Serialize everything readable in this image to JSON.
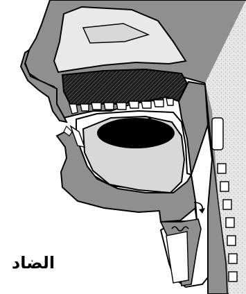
{
  "figure": {
    "caption": "الضاد"
  },
  "colors": {
    "tissue": "#8f8f8f",
    "bone": "#d4d4d4",
    "outline": "#000000",
    "airway": "#ffffff",
    "tongue_shadow": "#000000",
    "palate_hatch": "#2a2a2a"
  },
  "icons": {
    "tongue_contact_marker": "upward-arrowhead",
    "glottis_marker": "curved-arrow",
    "vocal_folds_marker": "wavy-line"
  }
}
